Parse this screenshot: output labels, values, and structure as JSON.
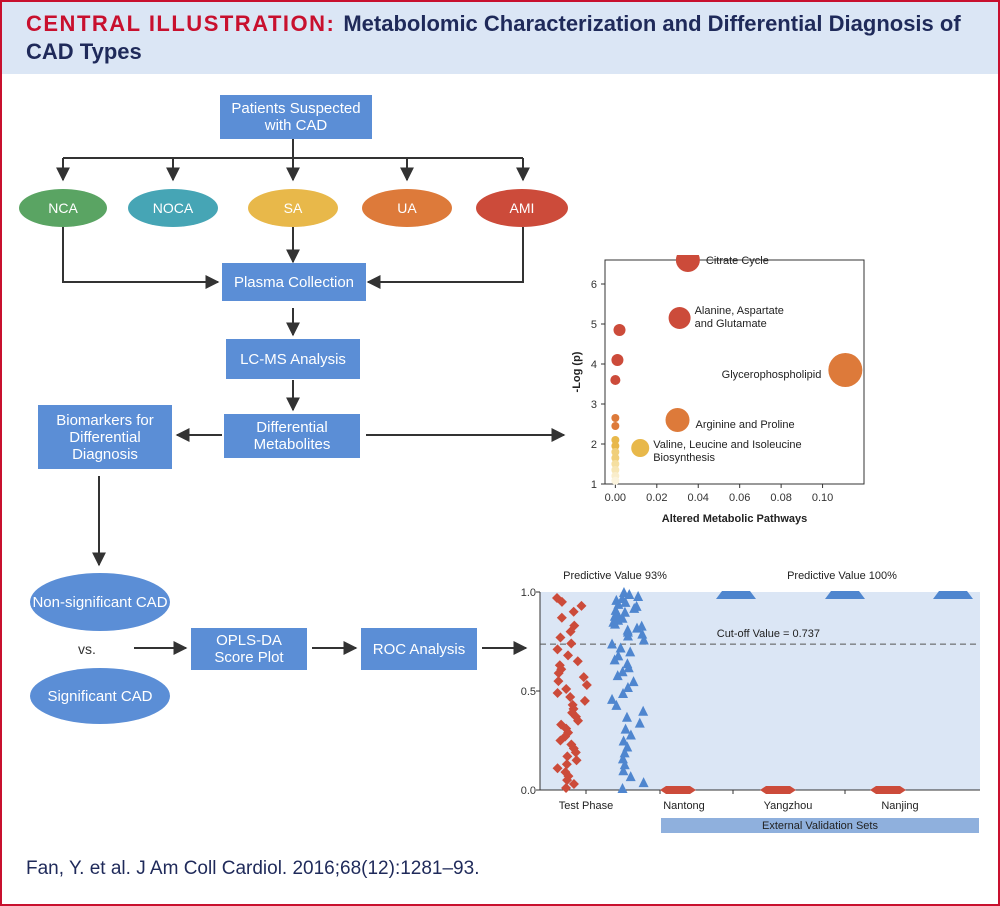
{
  "header": {
    "lead": "CENTRAL ILLUSTRATION:",
    "title": "Metabolomic Characterization and Differential Diagnosis of CAD Types"
  },
  "flow": {
    "patients": "Patients Suspected with CAD",
    "groups": [
      "NCA",
      "NOCA",
      "SA",
      "UA",
      "AMI"
    ],
    "group_colors": [
      "#5aa463",
      "#46a5b5",
      "#e8b84a",
      "#dd7a3a",
      "#cc4b3a"
    ],
    "plasma": "Plasma Collection",
    "lcms": "LC-MS Analysis",
    "differential": "Differential Metabolites",
    "biomarkers": "Biomarkers for Differential Diagnosis",
    "nonsig": "Non-significant CAD",
    "vs": "vs.",
    "sig": "Significant CAD",
    "opls": "OPLS-DA Score Plot",
    "roc": "ROC Analysis"
  },
  "chart_data": [
    {
      "type": "scatter",
      "xlabel": "Altered Metabolic Pathways",
      "ylabel": "-Log (p)",
      "xlim": [
        -0.005,
        0.12
      ],
      "ylim": [
        1,
        6.6
      ],
      "xticks": [
        0.0,
        0.02,
        0.04,
        0.06,
        0.08,
        0.1
      ],
      "xtick_labels": [
        "0.00",
        "0.02",
        "0.04",
        "0.06",
        "0.08",
        "0.10"
      ],
      "yticks": [
        1,
        2,
        3,
        4,
        5,
        6
      ],
      "points": [
        {
          "x": 0.035,
          "y": 6.6,
          "size": 12,
          "color": "#cc4b3a",
          "label": "Citrate Cycle"
        },
        {
          "x": 0.031,
          "y": 5.15,
          "size": 11,
          "color": "#cc4b3a",
          "label": "Alanine, Aspartate and Glutamate"
        },
        {
          "x": 0.111,
          "y": 3.85,
          "size": 17,
          "color": "#dd7a3a",
          "label": "Glycerophospholipid"
        },
        {
          "x": 0.03,
          "y": 2.6,
          "size": 12,
          "color": "#dd7a3a",
          "label": "Arginine and Proline"
        },
        {
          "x": 0.012,
          "y": 1.9,
          "size": 9,
          "color": "#e8b84a",
          "label": "Valine, Leucine and Isoleucine Biosynthesis"
        },
        {
          "x": 0.002,
          "y": 4.85,
          "size": 6,
          "color": "#cc4b3a",
          "label": ""
        },
        {
          "x": 0.001,
          "y": 4.1,
          "size": 6,
          "color": "#cc4b3a",
          "label": ""
        },
        {
          "x": 0.0,
          "y": 3.6,
          "size": 5,
          "color": "#cc4b3a",
          "label": ""
        },
        {
          "x": 0.0,
          "y": 2.65,
          "size": 4,
          "color": "#dd7a3a",
          "label": ""
        },
        {
          "x": 0.0,
          "y": 2.45,
          "size": 4,
          "color": "#dd7a3a",
          "label": ""
        },
        {
          "x": 0.0,
          "y": 2.1,
          "size": 4,
          "color": "#e8b84a",
          "label": ""
        },
        {
          "x": 0.0,
          "y": 1.95,
          "size": 4,
          "color": "#e8b84a",
          "label": ""
        },
        {
          "x": 0.0,
          "y": 1.8,
          "size": 4,
          "color": "#f0cf7a",
          "label": ""
        },
        {
          "x": 0.0,
          "y": 1.65,
          "size": 4,
          "color": "#f0cf7a",
          "label": ""
        },
        {
          "x": 0.0,
          "y": 1.5,
          "size": 4,
          "color": "#f5dfa0",
          "label": ""
        },
        {
          "x": 0.0,
          "y": 1.35,
          "size": 4,
          "color": "#f7e6b5",
          "label": ""
        },
        {
          "x": 0.0,
          "y": 1.2,
          "size": 4,
          "color": "#f9edcb",
          "label": ""
        },
        {
          "x": 0.0,
          "y": 1.08,
          "size": 4,
          "color": "#fbf3dc",
          "label": ""
        }
      ]
    },
    {
      "type": "scatter",
      "ylim": [
        0,
        1
      ],
      "yticks": [
        0.0,
        0.5,
        1.0
      ],
      "ytick_labels": [
        "0.0",
        "0.5",
        "1.0"
      ],
      "categories": [
        "Test Phase",
        "Nantong",
        "Yangzhou",
        "Nanjing"
      ],
      "predictive_labels": [
        "Predictive Value 93%",
        "Predictive Value 100%"
      ],
      "cutoff": {
        "value": 0.737,
        "label": "Cut-off Value = 0.737"
      },
      "external_label": "External Validation Sets",
      "colors": {
        "panel": "#dbe6f5",
        "red": "#cc4b3a",
        "blue": "#4f86cf"
      },
      "series": [
        {
          "category": "Test Phase",
          "shape": "diamond",
          "color": "#cc4b3a",
          "values": [
            0.97,
            0.95,
            0.93,
            0.9,
            0.87,
            0.83,
            0.8,
            0.77,
            0.74,
            0.71,
            0.68,
            0.65,
            0.63,
            0.61,
            0.59,
            0.57,
            0.55,
            0.53,
            0.51,
            0.49,
            0.47,
            0.45,
            0.43,
            0.41,
            0.39,
            0.37,
            0.35,
            0.33,
            0.31,
            0.29,
            0.27,
            0.25,
            0.23,
            0.21,
            0.19,
            0.17,
            0.15,
            0.13,
            0.11,
            0.09,
            0.07,
            0.05,
            0.03,
            0.01
          ]
        },
        {
          "category": "Test Phase",
          "shape": "triangle",
          "color": "#4f86cf",
          "values": [
            1.0,
            0.99,
            0.98,
            0.97,
            0.96,
            0.95,
            0.94,
            0.93,
            0.92,
            0.91,
            0.9,
            0.89,
            0.88,
            0.87,
            0.86,
            0.85,
            0.84,
            0.83,
            0.82,
            0.81,
            0.8,
            0.79,
            0.78,
            0.76,
            0.74,
            0.72,
            0.7,
            0.68,
            0.66,
            0.64,
            0.62,
            0.6,
            0.58,
            0.55,
            0.52,
            0.49,
            0.46,
            0.43,
            0.4,
            0.37,
            0.34,
            0.31,
            0.28,
            0.25,
            0.22,
            0.19,
            0.16,
            0.13,
            0.1,
            0.07,
            0.04,
            0.01
          ]
        },
        {
          "category": "Nantong",
          "shape": "diamond",
          "color": "#cc4b3a",
          "values": [
            0.0
          ]
        },
        {
          "category": "Nantong",
          "shape": "triangle",
          "color": "#4f86cf",
          "values": [
            1.0
          ]
        },
        {
          "category": "Yangzhou",
          "shape": "diamond",
          "color": "#cc4b3a",
          "values": [
            0.0
          ]
        },
        {
          "category": "Yangzhou",
          "shape": "triangle",
          "color": "#4f86cf",
          "values": [
            1.0
          ]
        },
        {
          "category": "Nanjing",
          "shape": "diamond",
          "color": "#cc4b3a",
          "values": [
            0.0
          ]
        },
        {
          "category": "Nanjing",
          "shape": "triangle",
          "color": "#4f86cf",
          "values": [
            1.0
          ]
        }
      ]
    }
  ],
  "citation": "Fan, Y. et al. J Am Coll Cardiol. 2016;68(12):1281–93."
}
